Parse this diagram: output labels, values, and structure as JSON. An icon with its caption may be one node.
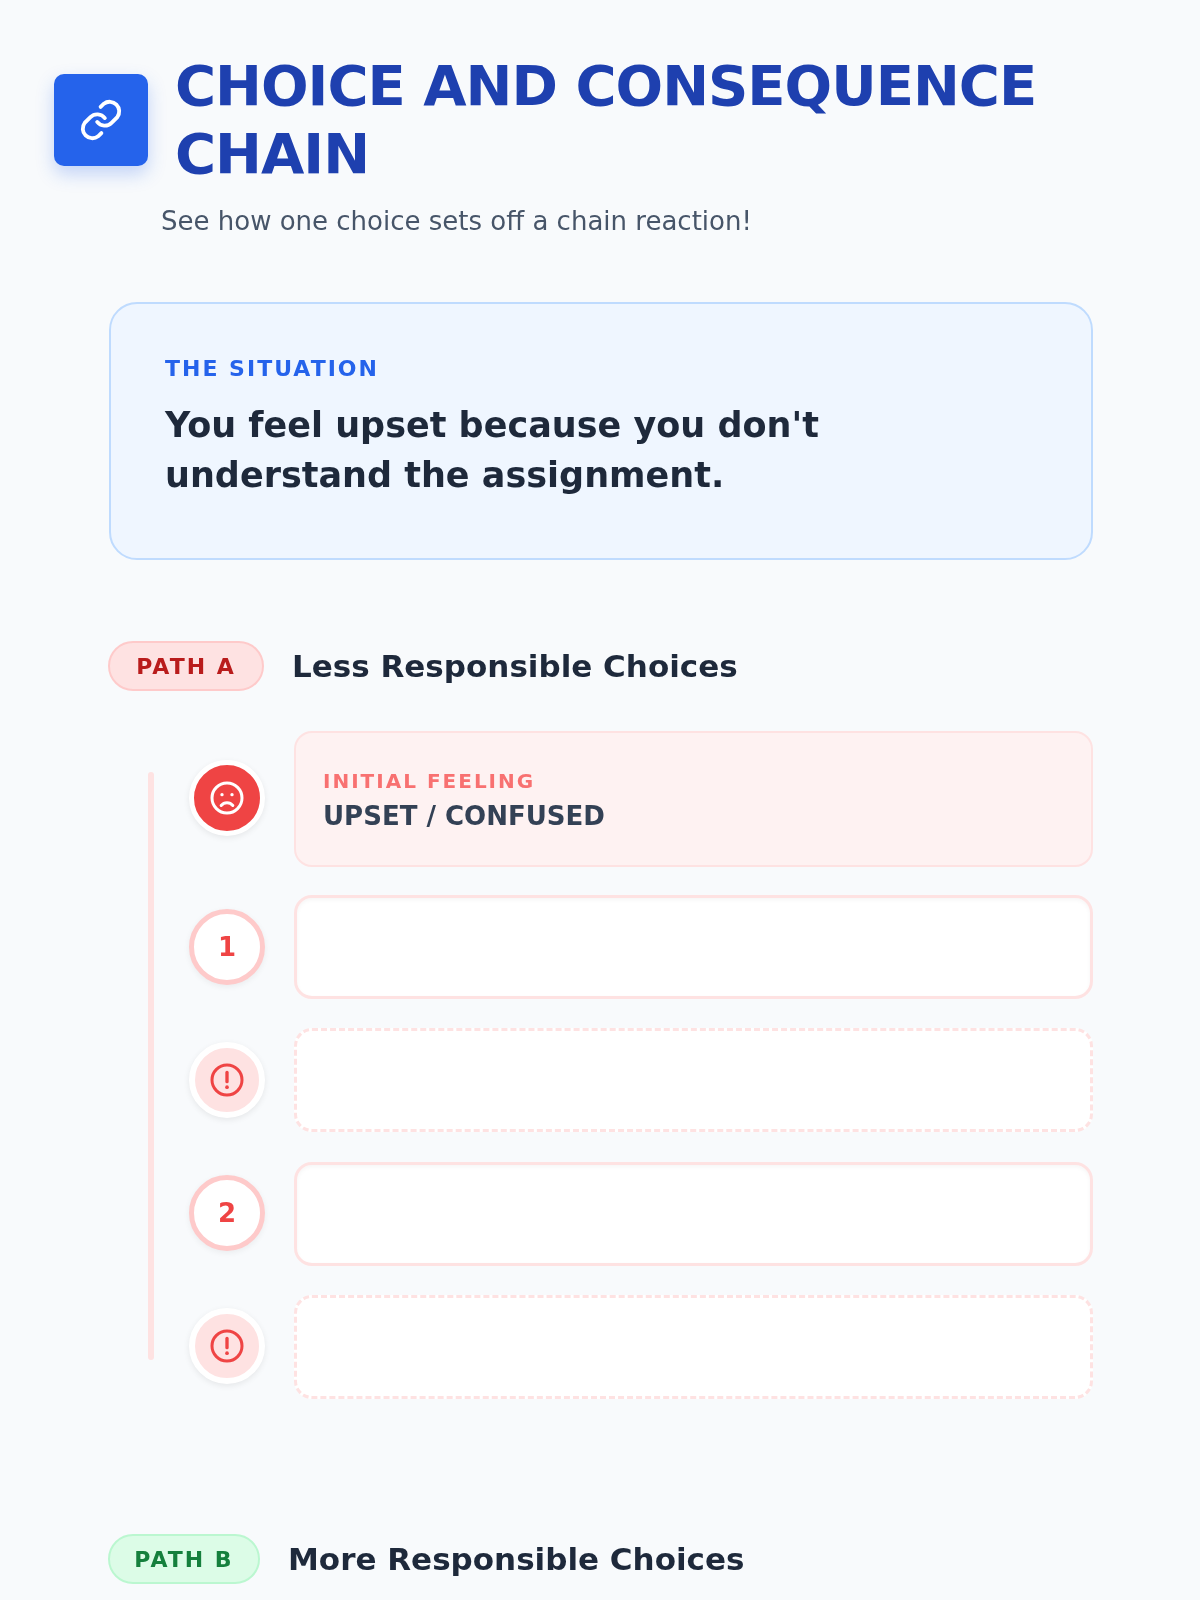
{
  "diagram": {
    "title": "CHOICE AND CONSEQUENCE CHAIN",
    "nodes": [
      {
        "text": [
          "THE SITUATION",
          "You feel upset because you don't understand the assignment."
        ]
      },
      {
        "text": [
          "PATH A"
        ],
        "beside": [
          "Less Responsible Choices"
        ]
      },
      {
        "text": [],
        "shape": "circle"
      },
      {
        "text": [
          "INITIAL FEELING",
          "UPSET / CONFUSED"
        ]
      },
      {
        "text": [
          "1"
        ]
      },
      {
        "text": [],
        "shape": "box"
      },
      {
        "text": [],
        "shape": "circle"
      },
      {
        "text": [],
        "shape": "box"
      },
      {
        "text": [
          "2"
        ]
      },
      {
        "text": [],
        "shape": "box"
      },
      {
        "text": [],
        "shape": "circle"
      },
      {
        "text": [],
        "shape": "box"
      },
      {
        "text": [
          "PATH B"
        ],
        "beside": [
          "More Responsible Choices"
        ]
      }
    ],
    "labels": [
      "See how one choice sets off a chain reaction!"
    ]
  }
}
